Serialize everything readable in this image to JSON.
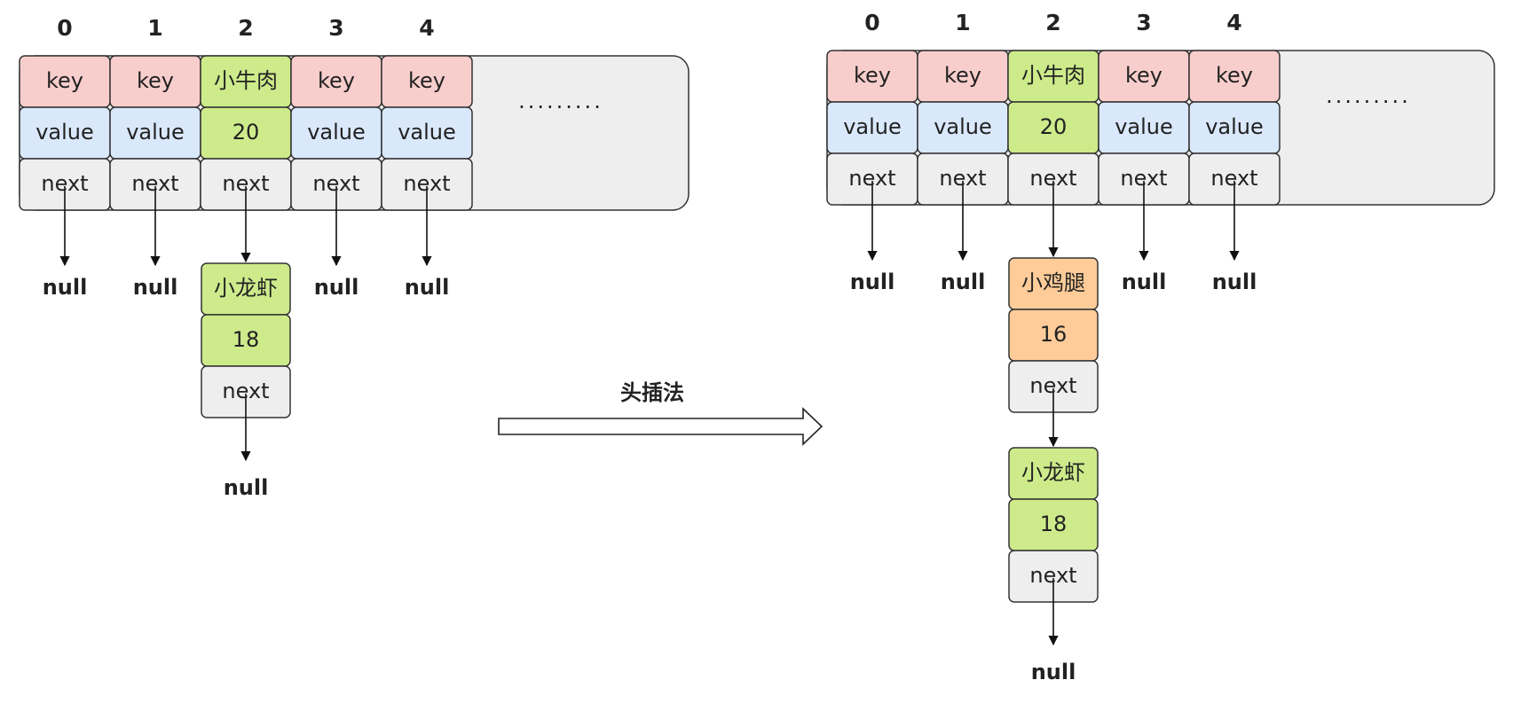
{
  "colors": {
    "key_fill": "#F8CECC",
    "value_fill": "#DAE8FC",
    "next_fill": "#EEEEEE",
    "highlight_fill": "#D5E8D4",
    "highlight_fill_strong": "#CDEB8B",
    "new_node_fill": "#FFCC99",
    "array_bg": "#EEEEEE",
    "stroke": "#333333"
  },
  "left": {
    "indices": [
      "0",
      "1",
      "2",
      "3",
      "4"
    ],
    "buckets": [
      {
        "key": "key",
        "value": "value",
        "next": "next",
        "target": "null"
      },
      {
        "key": "key",
        "value": "value",
        "next": "next",
        "target": "null"
      },
      {
        "key": "小牛肉",
        "value": "20",
        "next": "next",
        "target": "chain"
      },
      {
        "key": "key",
        "value": "value",
        "next": "next",
        "target": "null"
      },
      {
        "key": "key",
        "value": "value",
        "next": "next",
        "target": "null"
      }
    ],
    "ellipsis": ".........",
    "chain": [
      {
        "key": "小龙虾",
        "value": "18",
        "next": "next",
        "color": "green"
      }
    ],
    "null_label": "null"
  },
  "right": {
    "indices": [
      "0",
      "1",
      "2",
      "3",
      "4"
    ],
    "buckets": [
      {
        "key": "key",
        "value": "value",
        "next": "next",
        "target": "null"
      },
      {
        "key": "key",
        "value": "value",
        "next": "next",
        "target": "null"
      },
      {
        "key": "小牛肉",
        "value": "20",
        "next": "next",
        "target": "chain"
      },
      {
        "key": "key",
        "value": "value",
        "next": "next",
        "target": "null"
      },
      {
        "key": "key",
        "value": "value",
        "next": "next",
        "target": "null"
      }
    ],
    "ellipsis": ".........",
    "chain": [
      {
        "key": "小鸡腿",
        "value": "16",
        "next": "next",
        "color": "orange"
      },
      {
        "key": "小龙虾",
        "value": "18",
        "next": "next",
        "color": "green"
      }
    ],
    "null_label": "null"
  },
  "method_label": "头插法"
}
